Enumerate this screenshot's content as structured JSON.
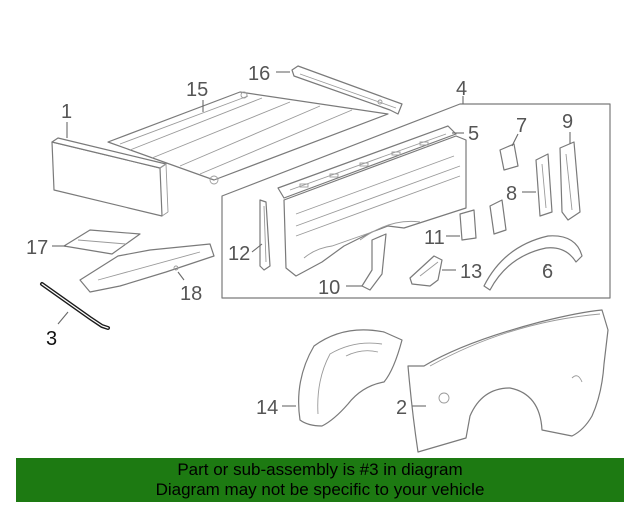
{
  "callouts": {
    "c1": "1",
    "c2": "2",
    "c3": "3",
    "c4": "4",
    "c5": "5",
    "c6": "6",
    "c7": "7",
    "c8": "8",
    "c9": "9",
    "c10": "10",
    "c11": "11",
    "c12": "12",
    "c13": "13",
    "c14": "14",
    "c15": "15",
    "c16": "16",
    "c17": "17",
    "c18": "18"
  },
  "highlight_color": "#1d7a12",
  "highlighted_part": "3",
  "footer": {
    "line1": "Part or sub-assembly is #3 in diagram",
    "line2": "Diagram may not be specific to your vehicle"
  }
}
